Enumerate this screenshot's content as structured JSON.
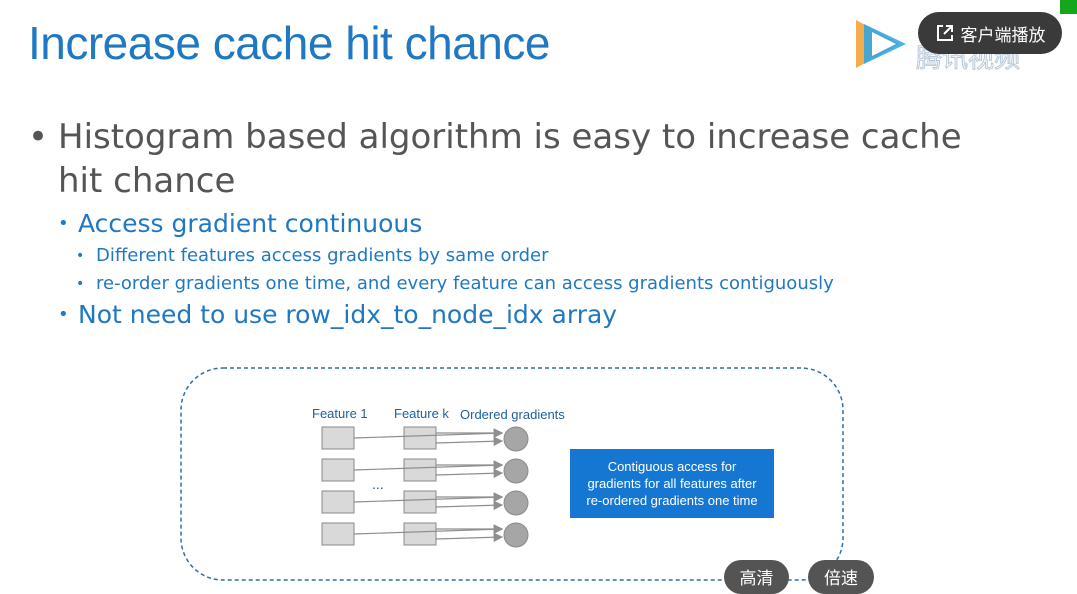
{
  "slide": {
    "title": "Increase cache hit chance",
    "bullet1": "Histogram based algorithm is easy to increase cache hit chance",
    "sub1": "Access gradient continuous",
    "sub1_items": [
      "Different features access gradients by same order",
      "re-order gradients one time, and every feature can access gradients contiguously"
    ],
    "sub2": "Not need to use row_idx_to_node_idx array"
  },
  "diagram": {
    "label_feature1": "Feature 1",
    "label_featurek": "Feature k",
    "label_ordered": "Ordered gradients",
    "ellipsis": "...",
    "callout": [
      "Contiguous access for",
      "gradients for all features after",
      "re-ordered gradients one time"
    ],
    "colors": {
      "border": "#2f6fa8",
      "box": "#d9d9d9",
      "circle": "#a6a6a6",
      "callout_bg": "#1677d2"
    }
  },
  "overlay": {
    "logo_text": "腾讯视频",
    "client_button": "客户端播放",
    "quality_button": "高清",
    "speed_button": "倍速",
    "icons": [
      "tencent-video-logo-icon",
      "external-link-icon"
    ]
  }
}
